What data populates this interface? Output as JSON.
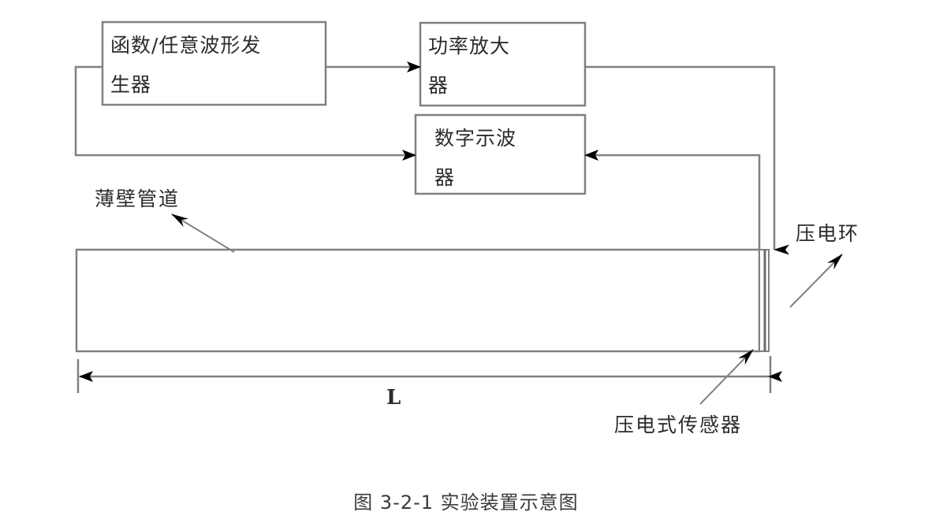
{
  "figure": {
    "caption": "图 3-2-1  实验装置示意图",
    "blocks": [
      {
        "id": "function-generator",
        "label": "函数/任意波形发\n生器"
      },
      {
        "id": "power-amplifier",
        "label": "功率放大\n器"
      },
      {
        "id": "digital-oscilloscope",
        "label": "数字示波\n器"
      }
    ],
    "annotations": [
      {
        "id": "thin-wall-pipe",
        "label": "薄壁管道"
      },
      {
        "id": "piezo-ring",
        "label": "压电环"
      },
      {
        "id": "piezo-sensor",
        "label": "压电式传感器"
      }
    ],
    "dimension": {
      "label": "L"
    },
    "colors": {
      "stroke": "#808080",
      "arrow": "#000000",
      "text": "#2b2b2b",
      "background": "#ffffff"
    }
  }
}
